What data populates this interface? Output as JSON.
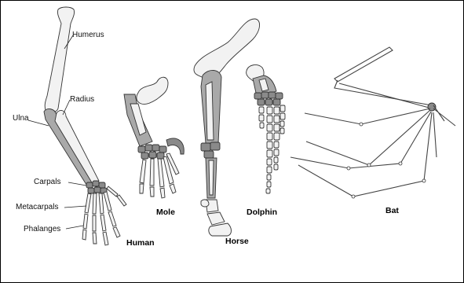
{
  "labels": {
    "humerus": "Humerus",
    "radius": "Radius",
    "ulna": "Ulna",
    "carpals": "Carpals",
    "metacarpals": "Metacarpals",
    "phalanges": "Phalanges"
  },
  "species": {
    "human": "Human",
    "mole": "Mole",
    "horse": "Horse",
    "dolphin": "Dolphin",
    "bat": "Bat"
  }
}
